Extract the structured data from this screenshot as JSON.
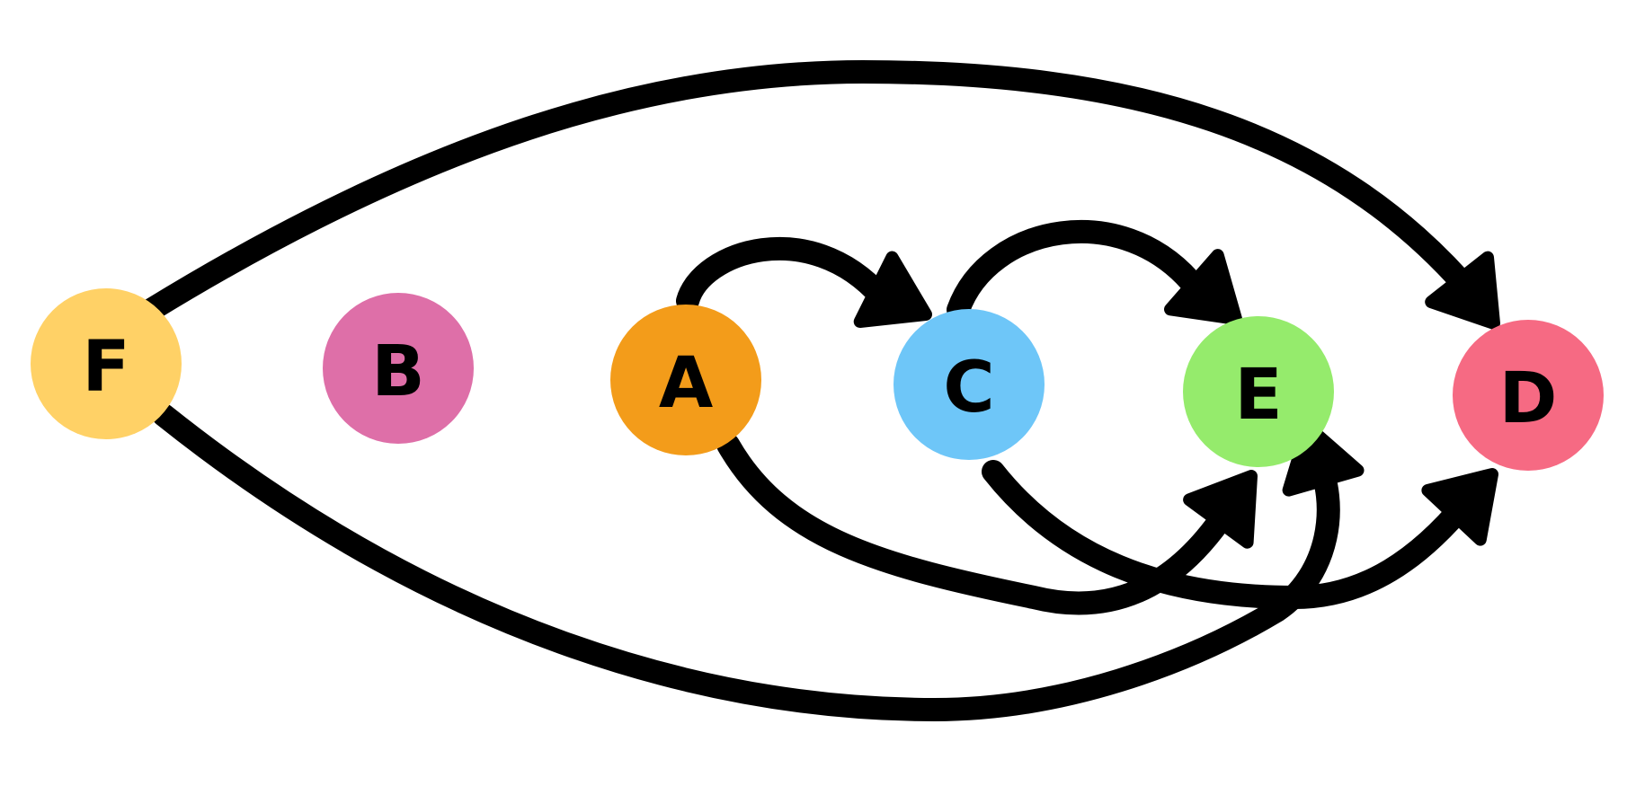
{
  "diagram": {
    "type": "directed-graph",
    "nodes": [
      {
        "id": "F",
        "label": "F",
        "color": "#FFD166"
      },
      {
        "id": "B",
        "label": "B",
        "color": "#DE6FA8"
      },
      {
        "id": "A",
        "label": "A",
        "color": "#F39C1A"
      },
      {
        "id": "C",
        "label": "C",
        "color": "#6EC6F8"
      },
      {
        "id": "E",
        "label": "E",
        "color": "#95EB6C"
      },
      {
        "id": "D",
        "label": "D",
        "color": "#F66A83"
      }
    ],
    "edges": [
      {
        "from": "F",
        "to": "D"
      },
      {
        "from": "F",
        "to": "E"
      },
      {
        "from": "A",
        "to": "C"
      },
      {
        "from": "A",
        "to": "E"
      },
      {
        "from": "C",
        "to": "E"
      },
      {
        "from": "C",
        "to": "D"
      }
    ],
    "edge_color": "#000000"
  }
}
